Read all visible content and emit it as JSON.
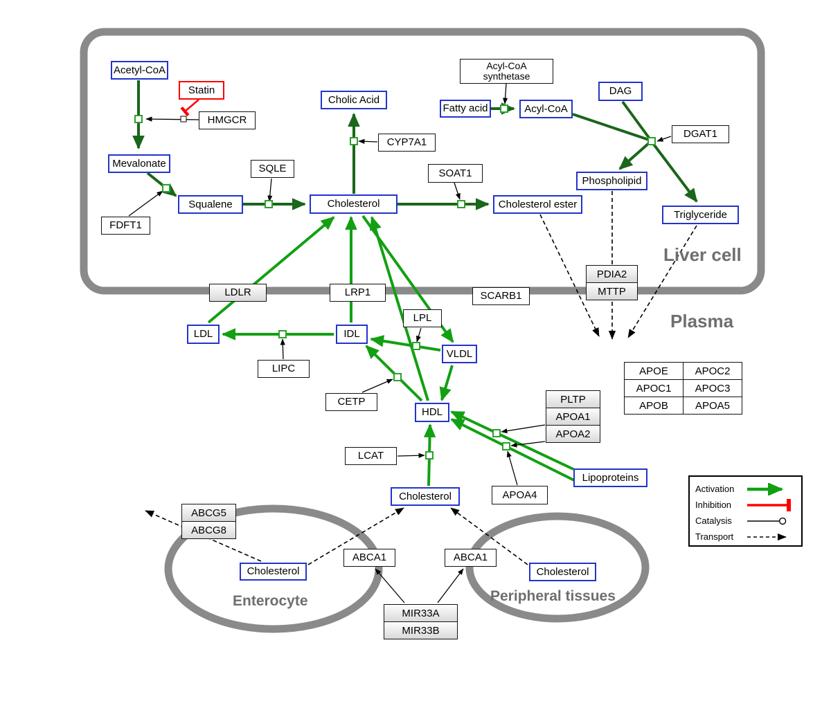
{
  "compartments": {
    "liver": "Liver cell",
    "plasma": "Plasma",
    "enterocyte": "Enterocyte",
    "peripheral": "Peripheral tissues"
  },
  "nodes": {
    "acetyl_coa": "Acetyl-CoA",
    "statin": "Statin",
    "hmgcr": "HMGCR",
    "mevalonate": "Mevalonate",
    "fdft1": "FDFT1",
    "squalene": "Squalene",
    "sqle": "SQLE",
    "cholesterol_liver": "Cholesterol",
    "cyp7a1": "CYP7A1",
    "cholic_acid": "Cholic Acid",
    "soat1": "SOAT1",
    "cholesterol_ester": "Cholesterol ester",
    "fatty_acid": "Fatty acid",
    "acyl_coa": "Acyl-CoA",
    "acyl_coa_synthetase_1": "Acyl-CoA",
    "acyl_coa_synthetase_2": "synthetase",
    "dag": "DAG",
    "dgat1": "DGAT1",
    "phospholipid": "Phospholipid",
    "triglyceride": "Triglyceride",
    "pdia2": "PDIA2",
    "mttp": "MTTP",
    "ldlr": "LDLR",
    "lrp1": "LRP1",
    "scarb1": "SCARB1",
    "ldl": "LDL",
    "idl": "IDL",
    "vldl": "VLDL",
    "lpl": "LPL",
    "lipc": "LIPC",
    "cetp": "CETP",
    "hdl": "HDL",
    "lcat": "LCAT",
    "pltp": "PLTP",
    "apoa1": "APOA1",
    "apoa2": "APOA2",
    "apoa4": "APOA4",
    "lipoproteins": "Lipoproteins",
    "cholesterol_plasma": "Cholesterol",
    "abcg5": "ABCG5",
    "abcg8": "ABCG8",
    "abca1_left": "ABCA1",
    "abca1_right": "ABCA1",
    "cholesterol_enterocyte": "Cholesterol",
    "cholesterol_peripheral": "Cholesterol",
    "mir33a": "MIR33A",
    "mir33b": "MIR33B"
  },
  "apo_table": {
    "rows": [
      [
        "APOE",
        "APOC2"
      ],
      [
        "APOC1",
        "APOC3"
      ],
      [
        "APOB",
        "APOA5"
      ]
    ]
  },
  "legend": {
    "activation": "Activation",
    "inhibition": "Inhibition",
    "catalysis": "Catalysis",
    "transport": "Transport"
  },
  "colors": {
    "activation_liver": "#1a661a",
    "activation_plasma": "#12a012",
    "inhibition": "#ff0000",
    "metabolite_border": "#2233cc",
    "compartment_border": "#8a8a8a"
  }
}
